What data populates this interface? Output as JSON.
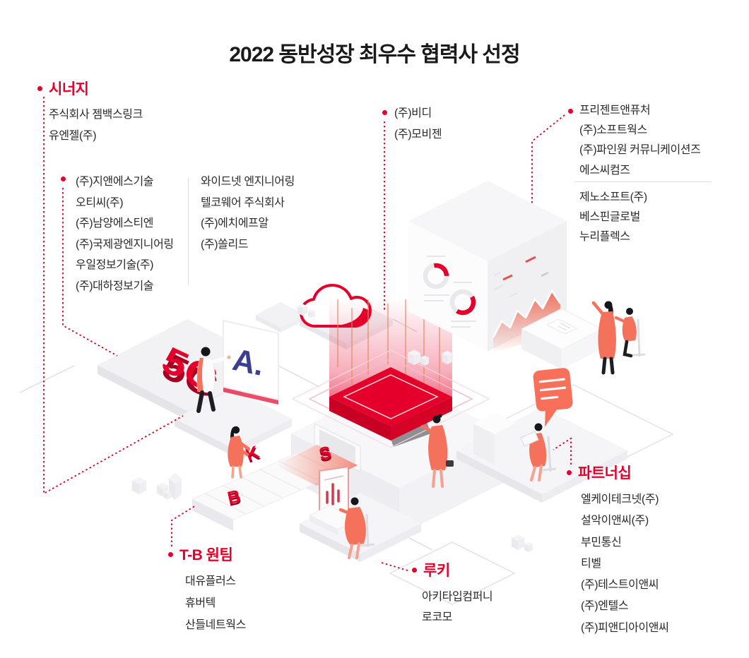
{
  "title": "2022 동반성장 최우수 협력사 선정",
  "colors": {
    "accent_red": "#e4002b",
    "dark_red": "#a50021",
    "coral": "#f4715c",
    "navy": "#3c3e8f",
    "text": "#2b2b2b",
    "divider": "#dddddd",
    "platform_gray": "#f3f3f6"
  },
  "sections": {
    "synergy": {
      "label": "시너지",
      "items": [
        "주식회사 젬백스링크",
        "유엔젤(주)"
      ]
    },
    "synergy_group_a": {
      "items": [
        "(주)지앤에스기술",
        "오티씨(주)",
        "(주)남양에스티엔",
        "(주)국제광엔지니어링",
        "우일정보기술(주)",
        "(주)대하정보기술"
      ]
    },
    "synergy_group_b": {
      "items": [
        "와이드넷 엔지니어링",
        "텔코웨어 주식회사",
        "(주)에치에프알",
        "(주)쏠리드"
      ]
    },
    "center_top": {
      "items": [
        "(주)비디",
        "(주)모비젠"
      ]
    },
    "right_top": {
      "items_a": [
        "프리젠트앤퓨처",
        "(주)소프트웍스",
        "(주)파인원 커뮤니케이션즈",
        "에스씨컴즈"
      ],
      "items_b": [
        "제노소프트(주)",
        "베스핀글로벌",
        "누리플렉스"
      ]
    },
    "partnership": {
      "label": "파트너십",
      "items": [
        "엘케이테크넷(주)",
        "설악이앤씨(주)",
        "부민통신",
        "티벨",
        "(주)테스트이앤씨",
        "(주)엔텔스",
        "(주)피앤디아이앤씨"
      ]
    },
    "tb_oneteam": {
      "label": "T-B 원팀",
      "items": [
        "대유플러스",
        "휴버텍",
        "산들네트웍스"
      ]
    },
    "rookie": {
      "label": "루키",
      "items": [
        "아키타입컴퍼니",
        "로코모"
      ]
    }
  },
  "illustration": {
    "fiveg_label": "5G",
    "ai_logo": "A.",
    "belt_letters": [
      "S",
      "K",
      "B"
    ]
  }
}
